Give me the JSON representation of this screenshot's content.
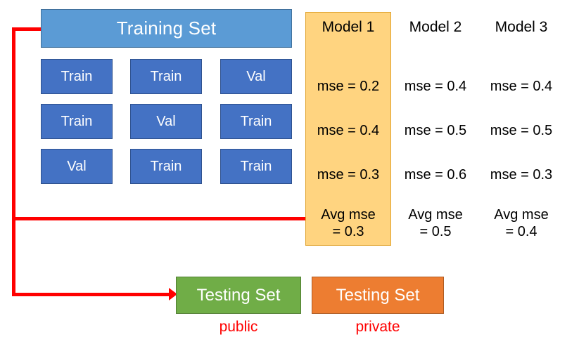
{
  "diagram": {
    "title_box": {
      "label": "Training Set",
      "color": "#5B9BD5"
    },
    "fold_grid": {
      "color": "#4472C4",
      "rows": [
        [
          "Train",
          "Train",
          "Val"
        ],
        [
          "Train",
          "Val",
          "Train"
        ],
        [
          "Val",
          "Train",
          "Train"
        ]
      ]
    },
    "results": {
      "highlight_color": "#FFD480",
      "columns": [
        {
          "header": "Model 1",
          "highlighted": true,
          "fold_scores": [
            "mse = 0.2",
            "mse = 0.4",
            "mse = 0.3"
          ],
          "avg_line1": "Avg mse",
          "avg_line2": "= 0.3"
        },
        {
          "header": "Model 2",
          "highlighted": false,
          "fold_scores": [
            "mse = 0.4",
            "mse = 0.5",
            "mse = 0.6"
          ],
          "avg_line1": "Avg mse",
          "avg_line2": "= 0.5"
        },
        {
          "header": "Model 3",
          "highlighted": false,
          "fold_scores": [
            "mse = 0.4",
            "mse = 0.5",
            "mse = 0.3"
          ],
          "avg_line1": "Avg mse",
          "avg_line2": "= 0.4"
        }
      ]
    },
    "testing": {
      "public": {
        "label": "Testing Set",
        "caption": "public",
        "color": "#70AD47"
      },
      "private": {
        "label": "Testing Set",
        "caption": "private",
        "color": "#ED7D31"
      },
      "caption_color": "#FF0000"
    },
    "connector": {
      "color": "#FF0000"
    }
  }
}
